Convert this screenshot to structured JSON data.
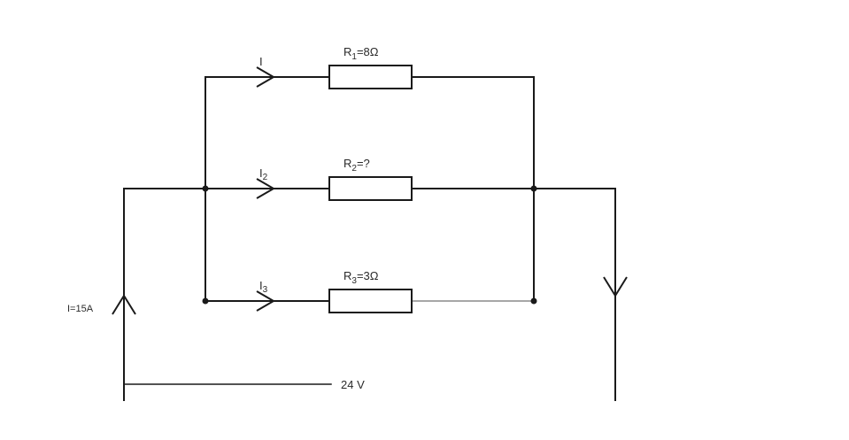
{
  "labels": {
    "r1": {
      "name": "R",
      "sub": "1",
      "value": "=8Ω"
    },
    "r2": {
      "name": "R",
      "sub": "2",
      "value": "=?"
    },
    "r3": {
      "name": "R",
      "sub": "3",
      "value": "=3Ω"
    },
    "i1": "I",
    "i2_name": "I",
    "i2_sub": "2",
    "i3_name": "I",
    "i3_sub": "3",
    "total_current": "I=15A",
    "voltage": "24 V"
  }
}
